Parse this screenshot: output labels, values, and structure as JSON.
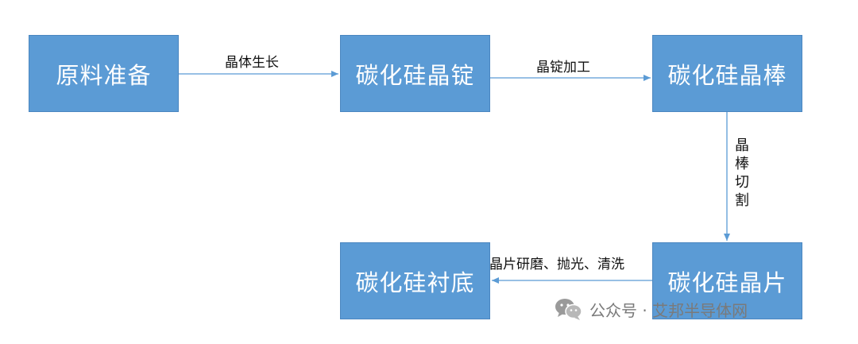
{
  "nodes": [
    {
      "id": "raw",
      "label": "原料准备"
    },
    {
      "id": "ingot",
      "label": "碳化硅晶锭"
    },
    {
      "id": "rod",
      "label": "碳化硅晶棒"
    },
    {
      "id": "wafer",
      "label": "碳化硅晶片"
    },
    {
      "id": "substrate",
      "label": "碳化硅衬底"
    }
  ],
  "edges": [
    {
      "from": "raw",
      "to": "ingot",
      "label": "晶体生长"
    },
    {
      "from": "ingot",
      "to": "rod",
      "label": "晶锭加工"
    },
    {
      "from": "rod",
      "to": "wafer",
      "label": "晶棒切割"
    },
    {
      "from": "wafer",
      "to": "substrate",
      "label": "晶片研磨、抛光、清洗"
    }
  ],
  "watermark": {
    "text": "公众号 · 艾邦半导体网",
    "icon": "wechat-icon"
  },
  "colors": {
    "box_fill": "#5b9bd5",
    "box_text": "#ffffff",
    "arrow": "#5b9bd5"
  }
}
